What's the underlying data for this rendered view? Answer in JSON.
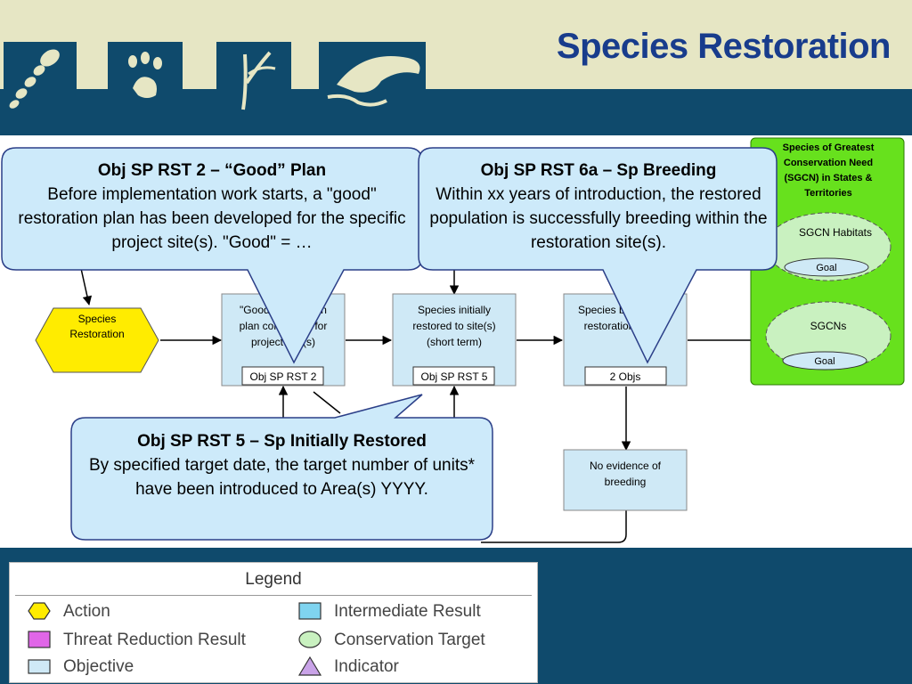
{
  "title": "Species Restoration",
  "header_icons": [
    "footprint-icon",
    "paw-print-icon",
    "plant-icon",
    "fish-icon"
  ],
  "colors": {
    "navy": "#0f4a6c",
    "header_bg": "#e6e6c4",
    "title": "#183c8c",
    "action": "#ffec00",
    "intermediate_result": "#cfe9f6",
    "target_panel": "#67e11d",
    "callout": "#cdeafa"
  },
  "diagram": {
    "action": {
      "line1": "Species",
      "line2": "Restoration"
    },
    "result_plan": {
      "line1": "\"Good\" restoration",
      "line2": "plan completed for",
      "line3": "project site(s)",
      "tag": "Obj SP RST 2"
    },
    "result_initial": {
      "line1": "Species initially",
      "line2": "restored to site(s)",
      "line3": "(short term)",
      "tag": "Obj SP RST 5"
    },
    "result_breeding": {
      "line1": "Species breeding at",
      "line2": "restoration site(s)",
      "tag": "2 Objs"
    },
    "result_no_evidence": {
      "line1": "No evidence of",
      "line2": "breeding"
    },
    "targets": {
      "heading": [
        "Species of Greatest",
        "Conservation Need",
        "(SGCN) in States &",
        "Territories"
      ],
      "habitats": "SGCN Habitats",
      "habitats_goal": "Goal",
      "sgcns": "SGCNs",
      "sgcns_goal": "Goal"
    }
  },
  "callouts": {
    "rst2": {
      "heading": "Obj SP RST 2 – “Good” Plan",
      "body": "Before implementation work starts, a \"good\" restoration plan has been developed for the specific project site(s).  \"Good\" = …"
    },
    "rst6a": {
      "heading": "Obj SP RST 6a – Sp Breeding",
      "body": "Within xx years of introduction, the restored population is successfully breeding within the restoration site(s)."
    },
    "rst5": {
      "heading": "Obj SP RST 5 – Sp Initially Restored",
      "body": "By specified target date, the target number of units* have been introduced to Area(s) YYYY."
    }
  },
  "legend": {
    "title": "Legend",
    "items": [
      {
        "label": "Action",
        "icon": "hexagon-icon",
        "color": "#ffec00"
      },
      {
        "label": "Threat Reduction Result",
        "icon": "rectangle-icon",
        "color": "#e066e8"
      },
      {
        "label": "Objective",
        "icon": "rectangle-icon",
        "color": "#cfe9f6"
      },
      {
        "label": "Intermediate Result",
        "icon": "rectangle-icon",
        "color": "#7fd4f0"
      },
      {
        "label": "Conservation Target",
        "icon": "ellipse-icon",
        "color": "#c9f1c0"
      },
      {
        "label": "Indicator",
        "icon": "triangle-icon",
        "color": "#c9a3e8"
      }
    ]
  }
}
